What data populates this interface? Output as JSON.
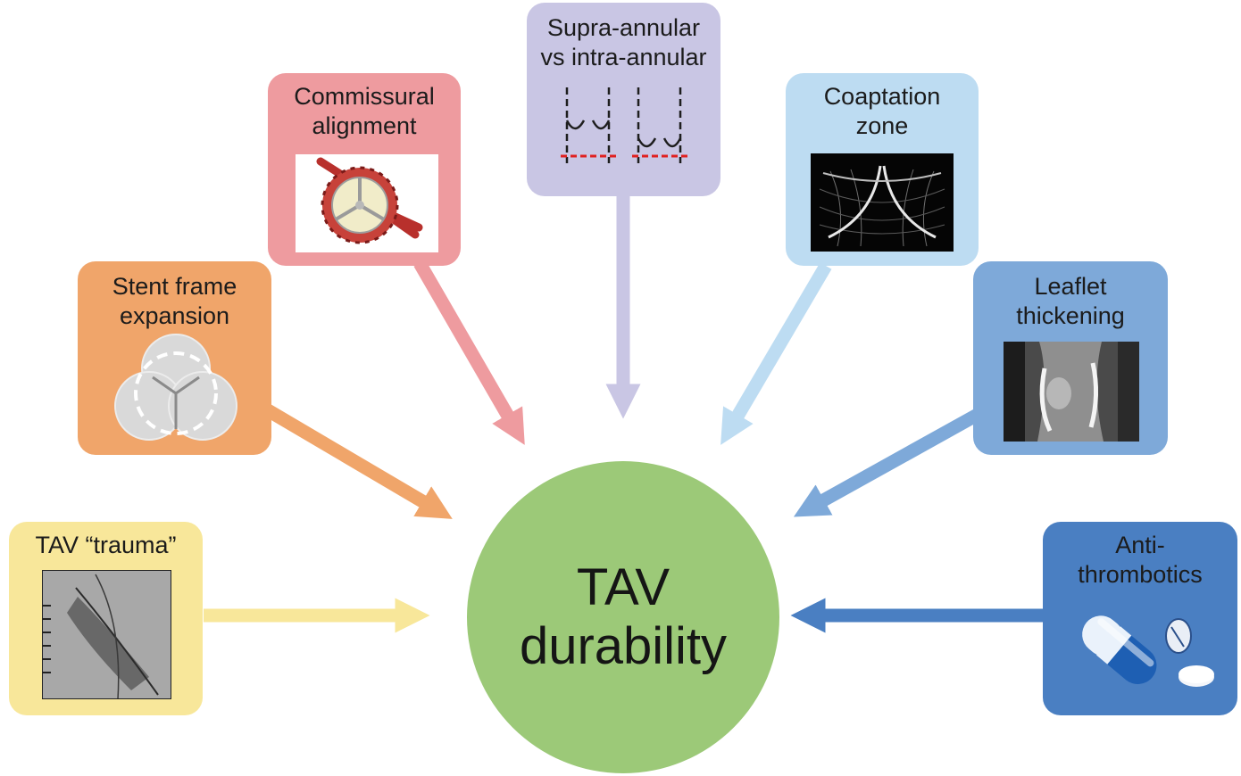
{
  "center": {
    "label": "TAV\ndurability",
    "color": "#9cc978"
  },
  "factors": [
    {
      "id": "stent",
      "label": "Stent frame\nexpansion",
      "color": "#f0a56a",
      "icon": "valve-overlap-icon"
    },
    {
      "id": "commissural",
      "label": "Commissural\nalignment",
      "color": "#ee9b9f",
      "icon": "commissure-valve-icon"
    },
    {
      "id": "supra",
      "label": "Supra-annular\nvs intra-annular",
      "color": "#c9c6e4",
      "icon": "annulus-position-icon"
    },
    {
      "id": "coaptation",
      "label": "Coaptation\nzone",
      "color": "#bddcf2",
      "icon": "coaptation-mesh-icon"
    },
    {
      "id": "leaflet",
      "label": "Leaflet\nthickening",
      "color": "#7ea9d9",
      "icon": "ct-leaflet-icon"
    },
    {
      "id": "trauma",
      "label": "TAV “trauma”",
      "color": "#f8e79a",
      "icon": "fluoroscopy-icon"
    },
    {
      "id": "antithrombotics",
      "label": "Anti-\nthrombotics",
      "color": "#4a7fc2",
      "icon": "pills-icon"
    }
  ]
}
